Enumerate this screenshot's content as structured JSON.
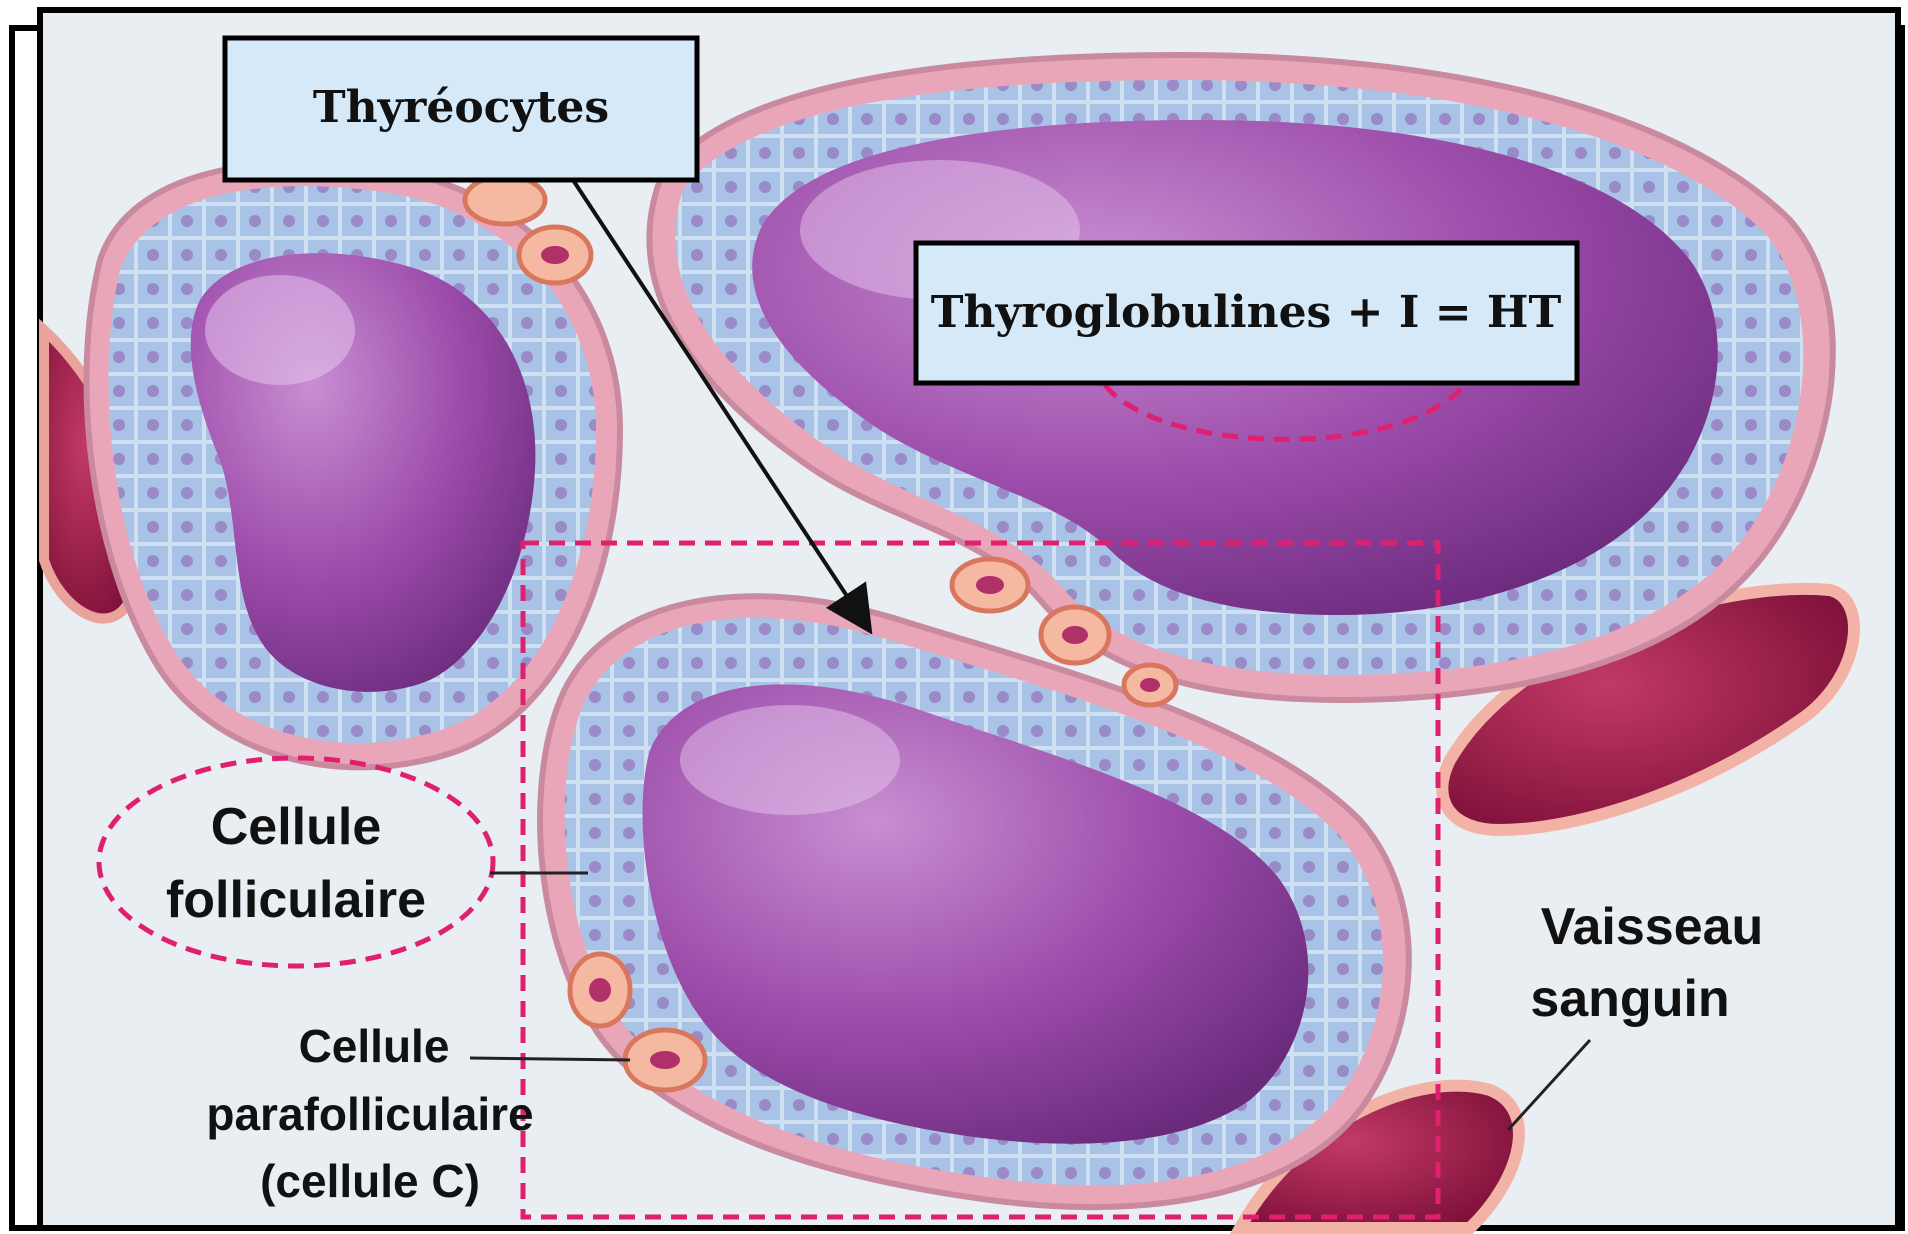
{
  "labels": {
    "thyreocytes": "Thyréocytes",
    "thyroglobulines": "Thyroglobulines + I = HT",
    "cellule_folliculaire": [
      "Cellule",
      "folliculaire"
    ],
    "cellule_parafolliculaire": [
      "Cellule",
      "parafolliculaire",
      "(cellule C)"
    ],
    "vaisseau_sanguin": [
      "Vaisseau",
      "sanguin"
    ]
  },
  "colors": {
    "background": "#e8eef2",
    "colloid": "#9a4aa6",
    "colloid_dark": "#6e2a80",
    "cell_fill": "#a9c3e6",
    "cell_border": "#c98aa0",
    "vessel": "#a21c4c",
    "highlight_dash": "#e0206e",
    "callout_box": "#d6e9f8"
  }
}
